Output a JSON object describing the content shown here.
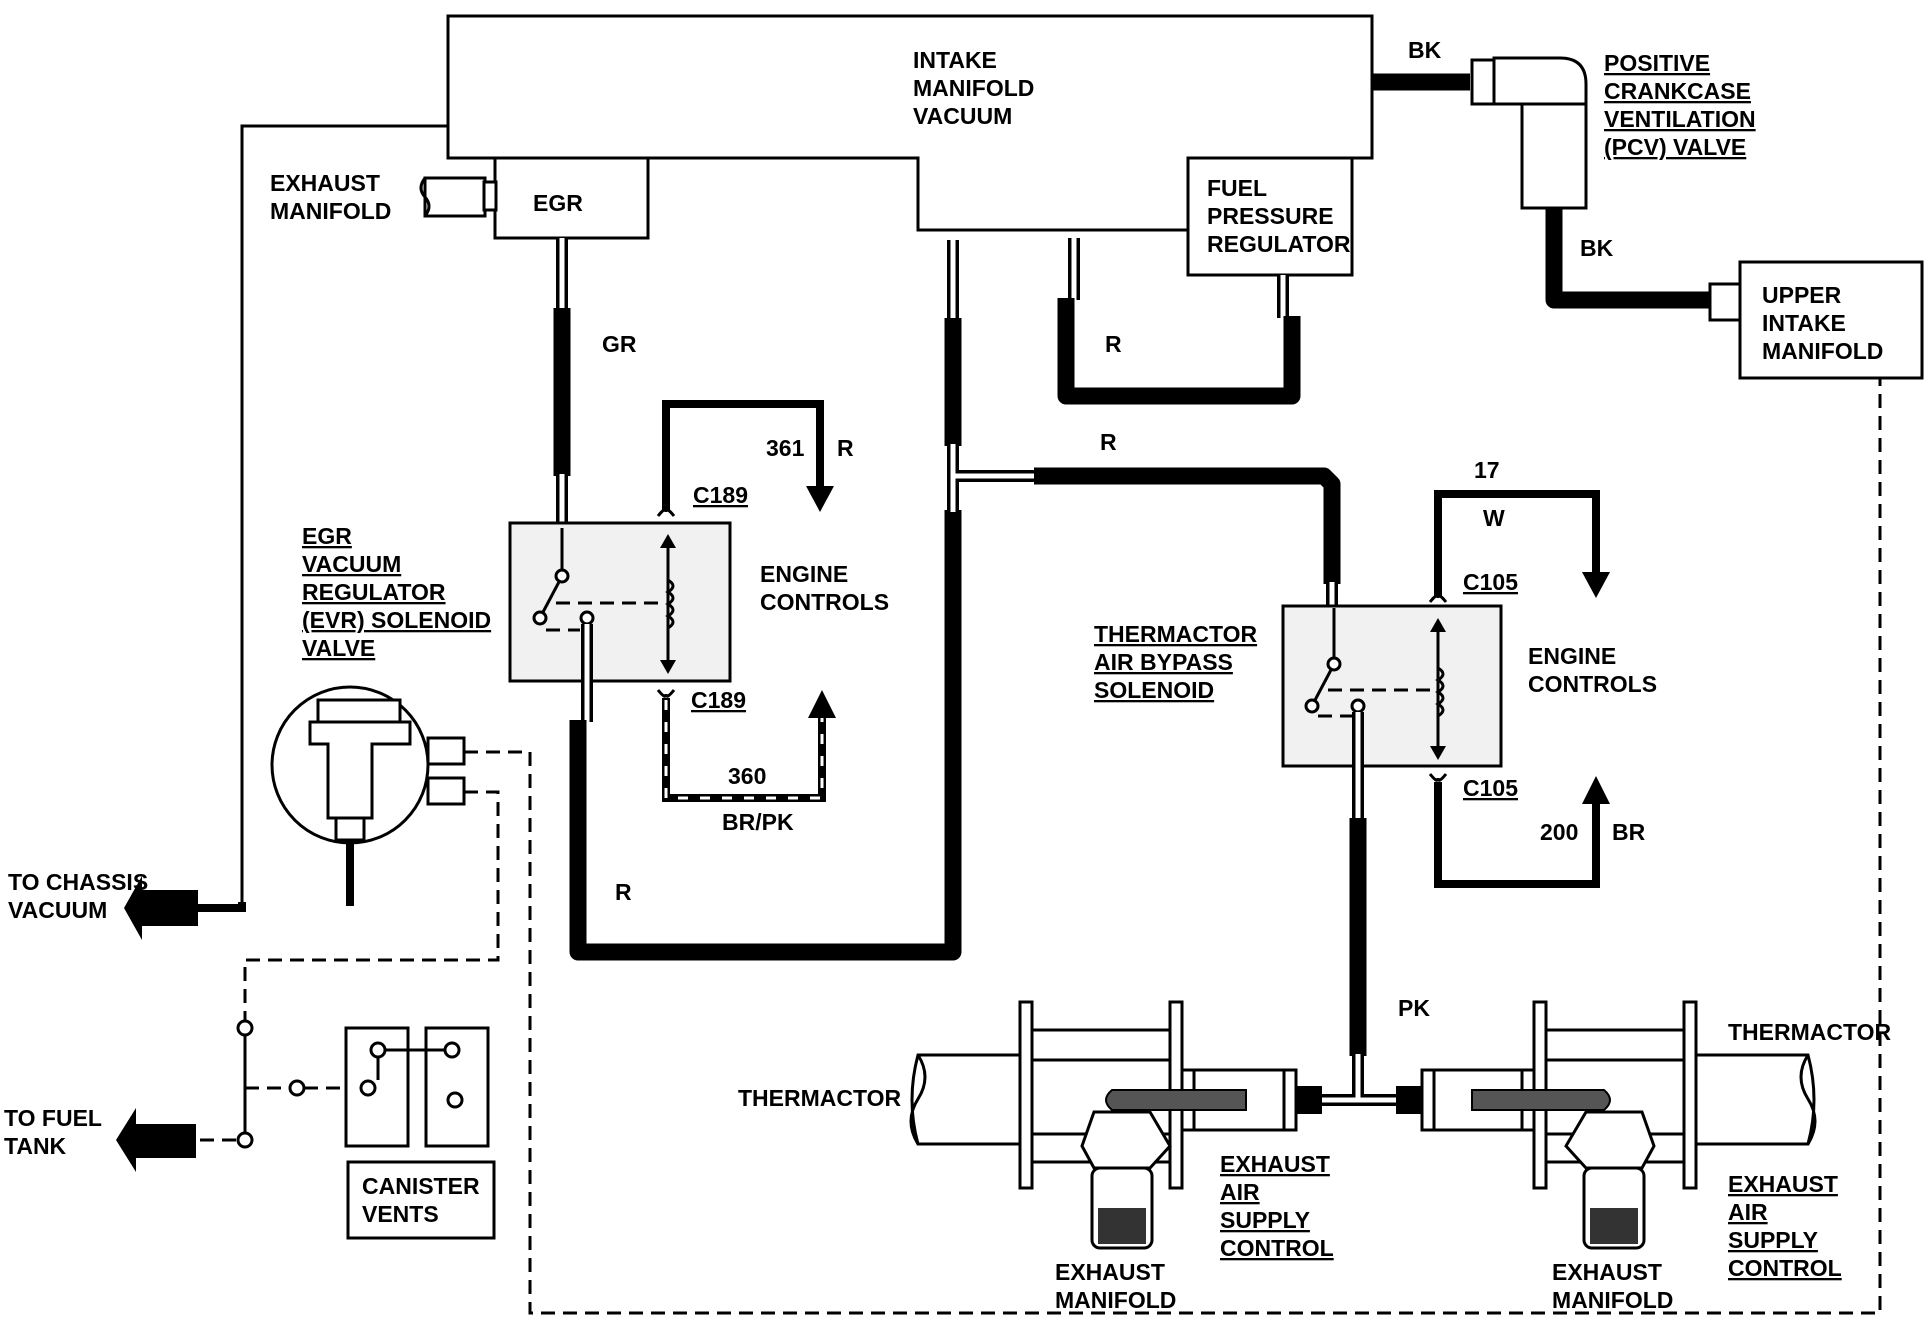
{
  "components": {
    "intake_manifold": [
      "INTAKE",
      "MANIFOLD",
      "VACUUM"
    ],
    "egr": "EGR",
    "exhaust_manifold_top": [
      "EXHAUST",
      "MANIFOLD"
    ],
    "fuel_pressure_regulator": [
      "FUEL",
      "PRESSURE",
      "REGULATOR"
    ],
    "pcv_valve": [
      "POSITIVE",
      "CRANKCASE",
      "VENTILATION",
      "(PCV) VALVE"
    ],
    "upper_intake_manifold": [
      "UPPER",
      "INTAKE",
      "MANIFOLD"
    ],
    "evr_solenoid": [
      "EGR",
      "VACUUM",
      "REGULATOR",
      "(EVR) SOLENOID",
      "VALVE"
    ],
    "thermactor_air_bypass_solenoid": [
      "THERMACTOR",
      "AIR BYPASS",
      "SOLENOID"
    ],
    "engine_controls": [
      "ENGINE",
      "CONTROLS"
    ],
    "to_chassis_vacuum": [
      "TO CHASSIS",
      "VACUUM"
    ],
    "to_fuel_tank": [
      "TO FUEL",
      "TANK"
    ],
    "canister_vents": [
      "CANISTER",
      "VENTS"
    ],
    "thermactor": "THERMACTOR",
    "exhaust_air_supply_control": [
      "EXHAUST",
      "AIR",
      "SUPPLY",
      "CONTROL"
    ],
    "exhaust_manifold_bottom": [
      "EXHAUST",
      "MANIFOLD"
    ]
  },
  "hose_colors": {
    "bk": "BK",
    "gr": "GR",
    "r": "R",
    "pk": "PK"
  },
  "circuits": {
    "c189": "C189",
    "c105": "C105",
    "wire_361": "361",
    "wire_360": "360",
    "wire_17": "17",
    "wire_200": "200",
    "r": "R",
    "br_pk": "BR/PK",
    "w": "W",
    "br": "BR"
  }
}
